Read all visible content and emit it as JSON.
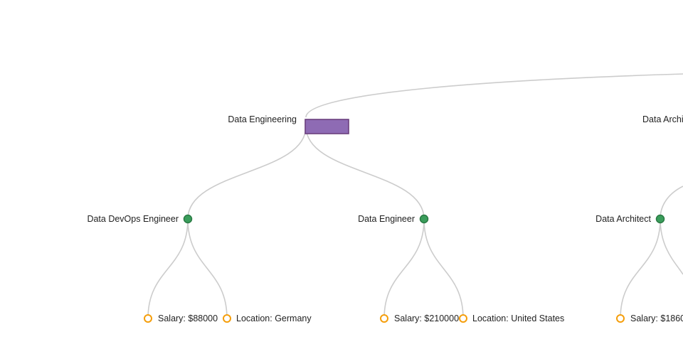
{
  "colors": {
    "link": "#cccccc",
    "category_fill": "#8e6bb4",
    "category_stroke": "#6b3f7e",
    "role_fill": "#3a9d5b",
    "role_stroke": "#2a7a44",
    "leaf_stroke": "#f59e0b",
    "leaf_fill": "#ffffff",
    "text": "#222222"
  },
  "tree": {
    "categories": [
      {
        "label": "Data Engineering",
        "roles": [
          {
            "label": "Data DevOps Engineer",
            "details": [
              "Salary: $88000",
              "Location: Germany"
            ]
          },
          {
            "label": "Data Engineer",
            "details": [
              "Salary: $210000",
              "Location: United States"
            ]
          }
        ]
      },
      {
        "label": "Data Archi",
        "roles": [
          {
            "label": "Data Architect",
            "details": [
              "Salary: $1860"
            ]
          }
        ]
      }
    ]
  }
}
